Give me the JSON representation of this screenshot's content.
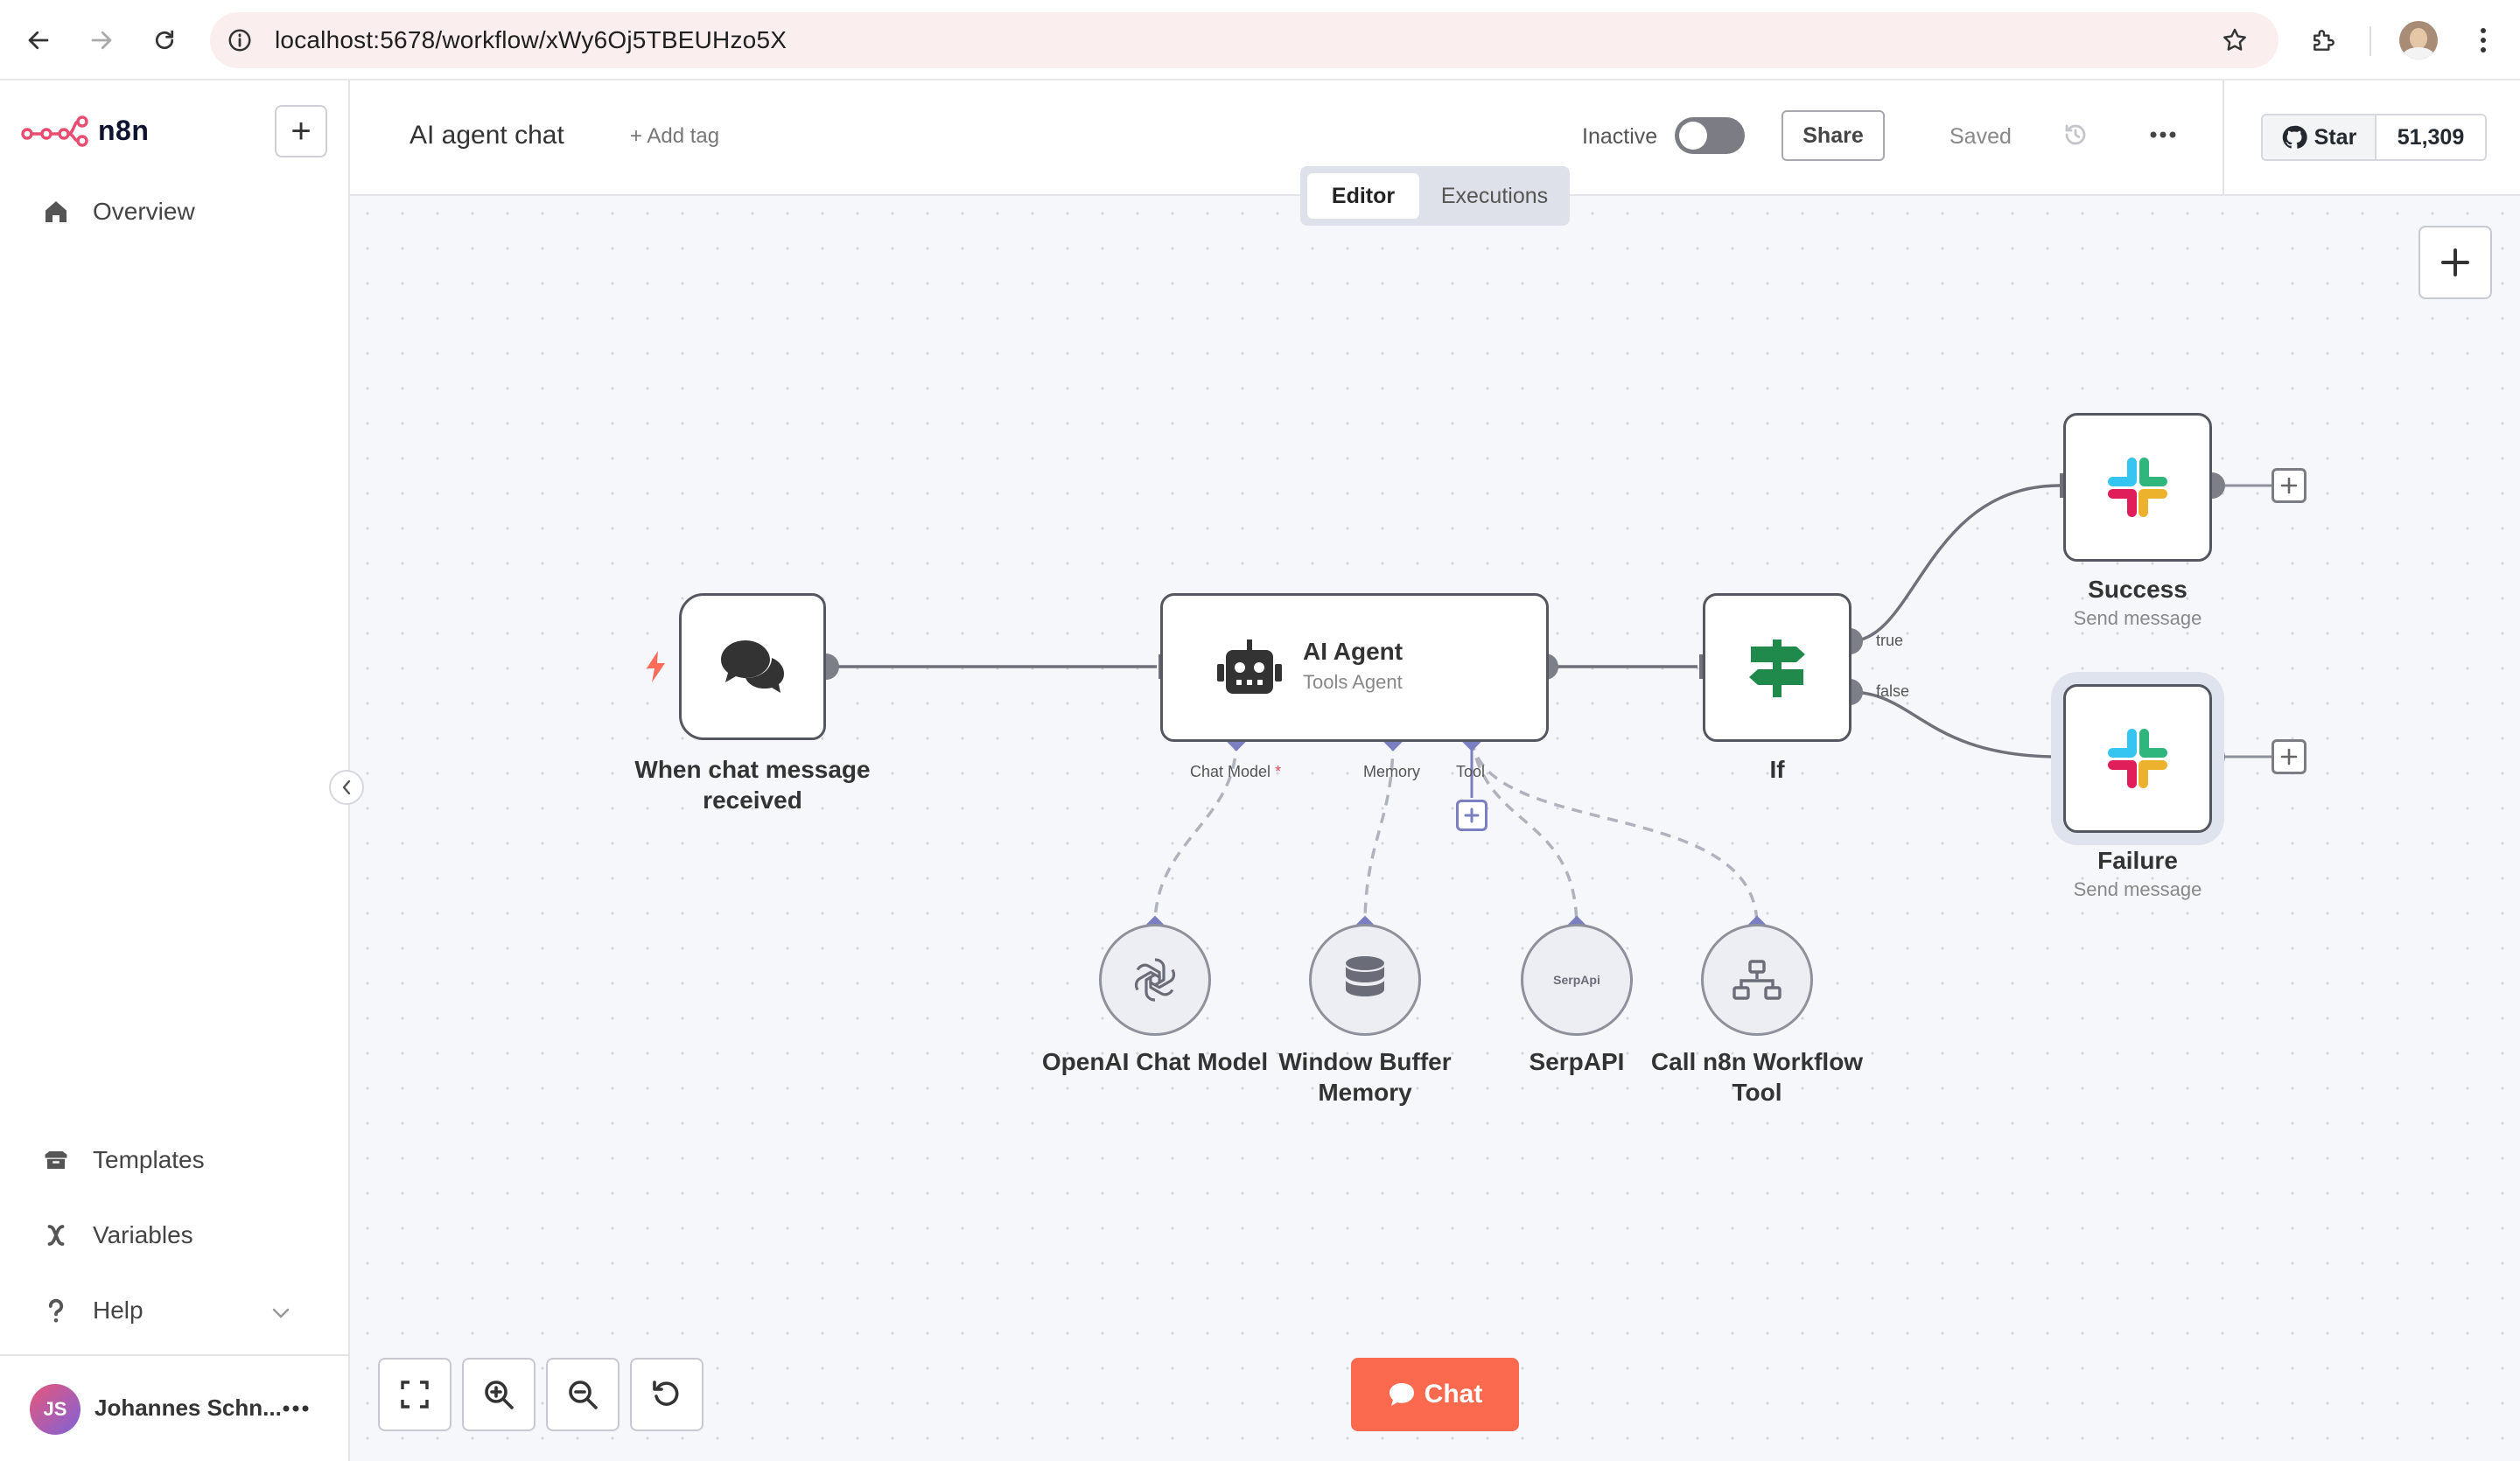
{
  "browser": {
    "url": "localhost:5678/workflow/xWy6Oj5TBEUHzo5X"
  },
  "sidebar": {
    "logo_text": "n8n",
    "items_top": [
      {
        "label": "Overview",
        "icon": "home-icon"
      }
    ],
    "items_bottom": [
      {
        "label": "Templates",
        "icon": "box-icon"
      },
      {
        "label": "Variables",
        "icon": "variable-icon"
      },
      {
        "label": "Help",
        "icon": "question-icon"
      }
    ],
    "user": {
      "initials": "JS",
      "name": "Johannes Schn..."
    }
  },
  "header": {
    "workflow_name": "AI agent chat",
    "add_tag": "+ Add tag",
    "status": "Inactive",
    "share": "Share",
    "saved": "Saved",
    "github_star": "Star",
    "github_count": "51,309"
  },
  "tabs": {
    "editor": "Editor",
    "executions": "Executions"
  },
  "nodes": {
    "trigger": {
      "label": "When chat message received",
      "icon": "chat-bubbles-icon"
    },
    "agent": {
      "title": "AI Agent",
      "subtitle": "Tools Agent",
      "icon": "robot-icon"
    },
    "if": {
      "label": "If",
      "icon": "signpost-icon"
    },
    "success": {
      "label": "Success",
      "subtitle": "Send message",
      "icon": "slack-icon"
    },
    "failure": {
      "label": "Failure",
      "subtitle": "Send message",
      "icon": "slack-icon"
    },
    "openai": {
      "label": "OpenAI Chat Model",
      "icon": "openai-icon"
    },
    "memory": {
      "label": "Window Buffer Memory",
      "icon": "database-icon"
    },
    "serpapi": {
      "label": "SerpAPI",
      "icon_text": "SerpApi"
    },
    "workflow_tool": {
      "label": "Call n8n Workflow Tool",
      "icon": "sitemap-icon"
    }
  },
  "ports": {
    "chat_model": "Chat Model",
    "required_mark": "*",
    "memory": "Memory",
    "tool": "Tool"
  },
  "branches": {
    "true": "true",
    "false": "false"
  },
  "chat_button": "Chat",
  "colors": {
    "accent": "#fb6a4e",
    "toggle_off": "#7c7c84",
    "port": "#7b7fc0",
    "if_green": "#1f8a4c"
  }
}
